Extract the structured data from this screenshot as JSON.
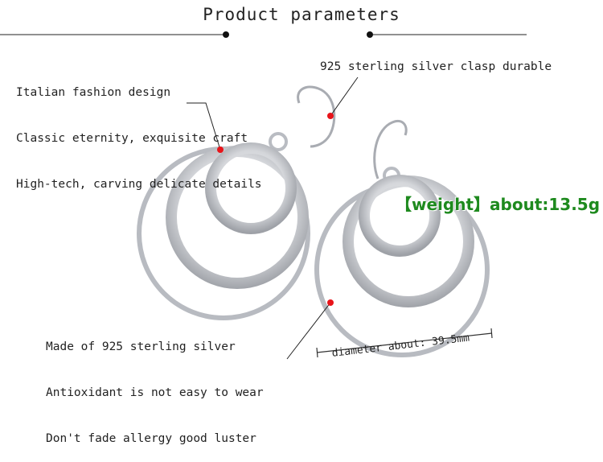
{
  "title": "Product parameters",
  "design_text": [
    "Italian fashion design",
    "Classic eternity, exquisite craft",
    "High-tech, carving delicate details"
  ],
  "clasp_text": "925 sterling silver clasp durable",
  "weight_text": "【weight】about:13.5g",
  "material_text": [
    "Made of 925 sterling silver",
    "Antioxidant is not easy to wear",
    "Don't fade allergy good luster"
  ],
  "diameter_text": "diameter about: 39.5mm",
  "colors": {
    "accent_dot": "#e8141a",
    "weight_label": "#1e8a1e",
    "silver": "#b9bcc2"
  }
}
